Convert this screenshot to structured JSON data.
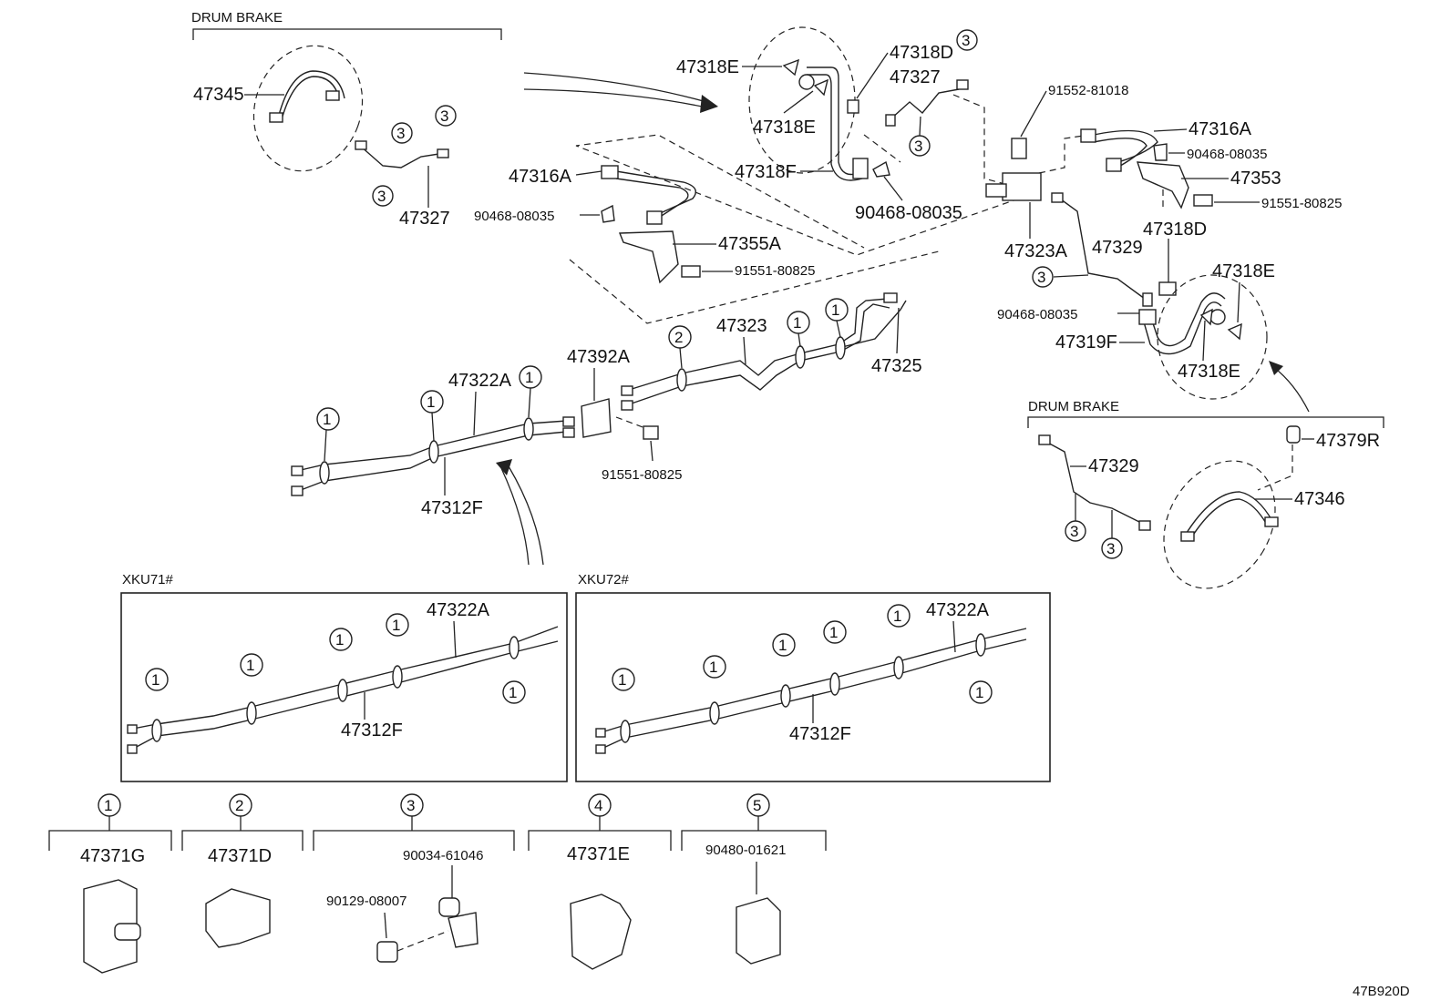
{
  "section_labels": {
    "drum_brake_top": "DRUM BRAKE",
    "drum_brake_right": "DRUM BRAKE",
    "xku71": "XKU71#",
    "xku72": "XKU72#"
  },
  "part_labels": {
    "p47345": "47345",
    "p47327_left": "47327",
    "p47318E_top": "47318E",
    "p47318E_mid": "47318E",
    "p47318D_top": "47318D",
    "p47327_top": "47327",
    "p47318F": "47318F",
    "p90468_mid": "90468-08035",
    "p47316A_left": "47316A",
    "p90468_left": "90468-08035",
    "p47355A": "47355A",
    "p91551_left": "91551-80825",
    "p91552": "91552-81018",
    "p47316A_right": "47316A",
    "p90468_right": "90468-08035",
    "p47353": "47353",
    "p91551_right": "91551-80825",
    "p47323A": "47323A",
    "p47329_top": "47329",
    "p47318D_right": "47318D",
    "p47318E_right_top": "47318E",
    "p90468_lowright": "90468-08035",
    "p47319F": "47319F",
    "p47318E_right_bot": "47318E",
    "p47323": "47323",
    "p47325": "47325",
    "p47392A": "47392A",
    "p47322A_main": "47322A",
    "p47312F_main": "47312F",
    "p91551_center": "91551-80825",
    "p47329_right": "47329",
    "p47379R": "47379R",
    "p47346": "47346",
    "p47322A_xku71": "47322A",
    "p47312F_xku71": "47312F",
    "p47322A_xku72": "47322A",
    "p47312F_xku72": "47312F"
  },
  "legend": [
    {
      "ref": "1",
      "part": "47371G"
    },
    {
      "ref": "2",
      "part": "47371D"
    },
    {
      "ref": "3",
      "part_a": "90034-61046",
      "part_b": "90129-08007"
    },
    {
      "ref": "4",
      "part": "47371E"
    },
    {
      "ref": "5",
      "part": "90480-01621"
    }
  ],
  "callout_numbers": {
    "one": "1",
    "two": "2",
    "three": "3"
  },
  "diagram_code": "47B920D"
}
